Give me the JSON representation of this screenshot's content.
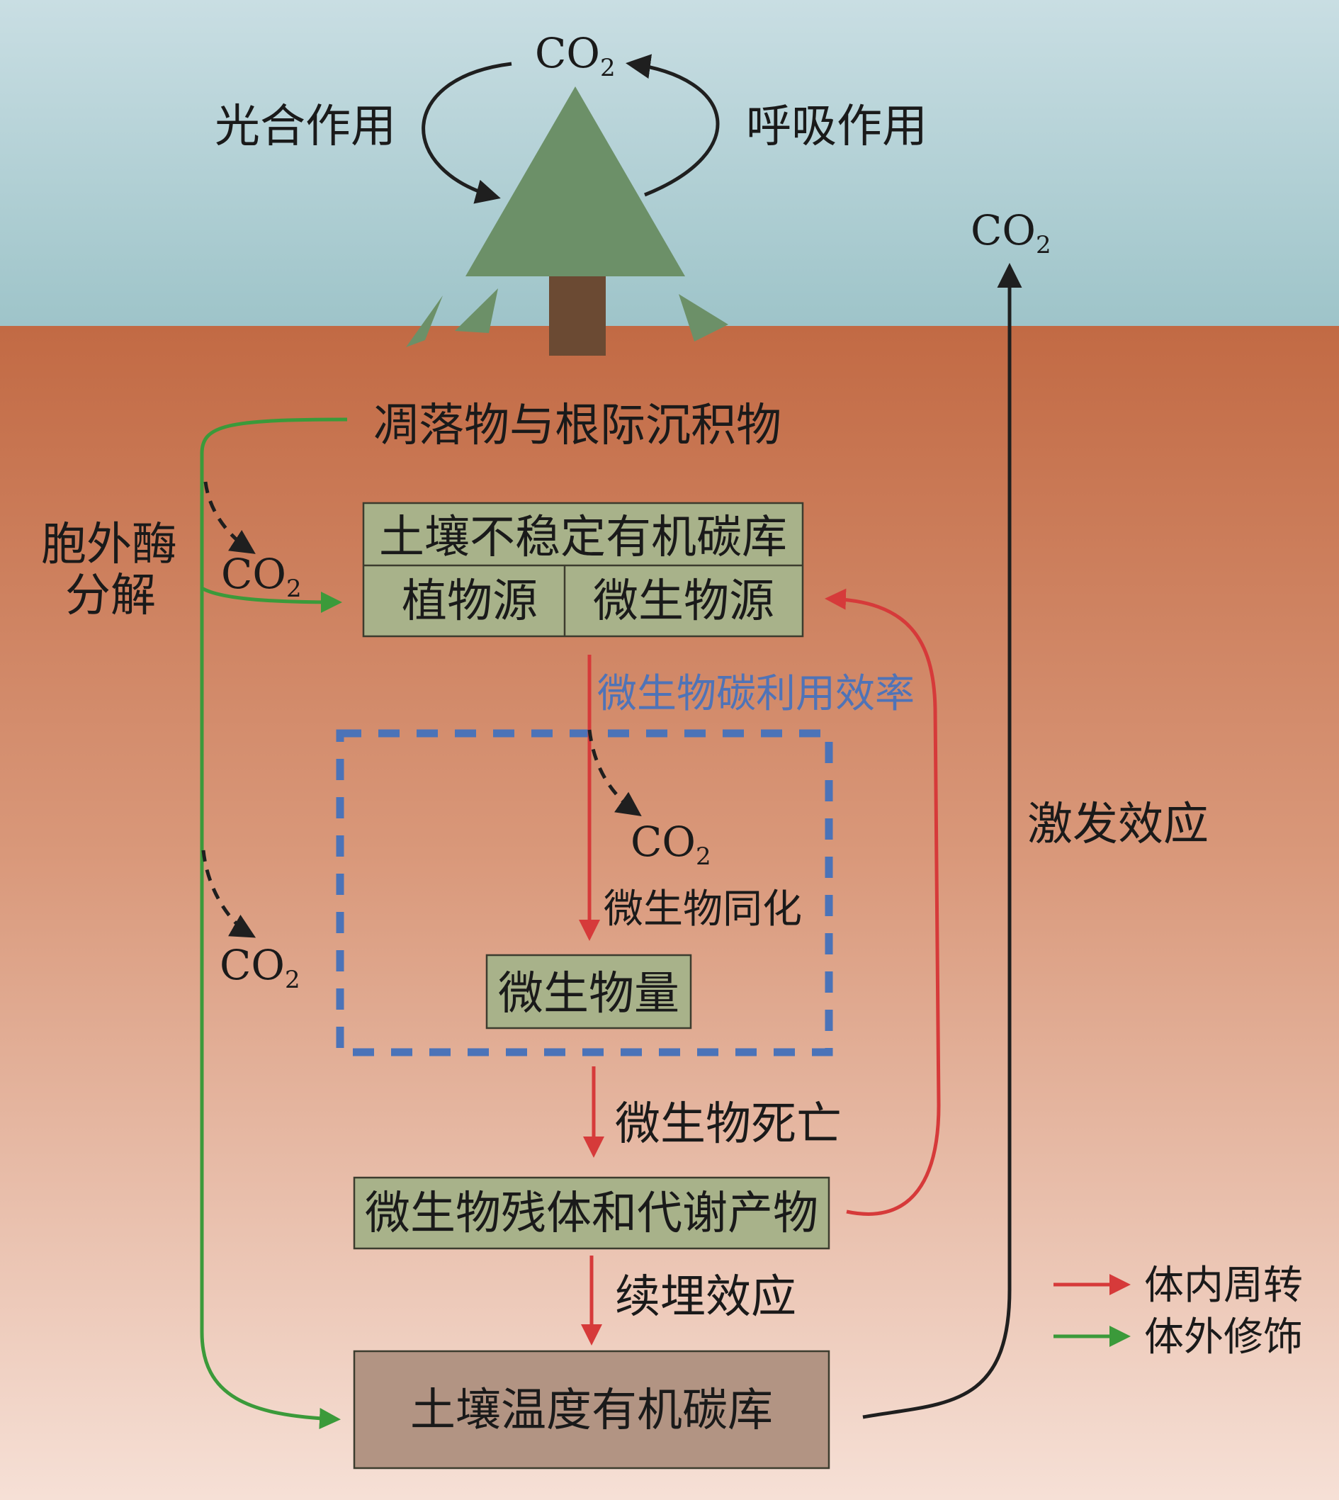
{
  "colors": {
    "sky_top": "#c9dee3",
    "sky_bottom": "#9ec4c9",
    "soil_top": "#c26a44",
    "soil_bottom": "#f6e0d6",
    "tree_green": "#6c9068",
    "trunk": "#6b4a33",
    "box_fill": "#a8b28a",
    "bottom_box_fill": "#b29483",
    "green_arrow": "#3b9a3a",
    "red_arrow": "#d63a3a",
    "dashed_box": "#4b73b8",
    "black_arrow": "#1f1f1f"
  },
  "top_cycle": {
    "co2": "CO",
    "co2_sub": "2",
    "photosynthesis": "光合作用",
    "respiration": "呼吸作用"
  },
  "right_co2": {
    "text": "CO",
    "sub": "2"
  },
  "litter": "凋落物与根际沉积物",
  "enzyme": {
    "line1": "胞外酶",
    "line2": "分解"
  },
  "co2_left_upper": {
    "text": "CO",
    "sub": "2"
  },
  "co2_left_lower": {
    "text": "CO",
    "sub": "2"
  },
  "co2_middle": {
    "text": "CO",
    "sub": "2"
  },
  "labile_pool": {
    "title": "土壤不稳定有机碳库",
    "left": "植物源",
    "right": "微生物源"
  },
  "cue": "微生物碳利用效率",
  "assimilation": "微生物同化",
  "biomass": "微生物量",
  "death": "微生物死亡",
  "necromass": "微生物残体和代谢产物",
  "entombing": "续埋效应",
  "stable_pool": "土壤温度有机碳库",
  "priming": "激发效应",
  "legend": {
    "red": "体内周转",
    "green": "体外修饰"
  }
}
